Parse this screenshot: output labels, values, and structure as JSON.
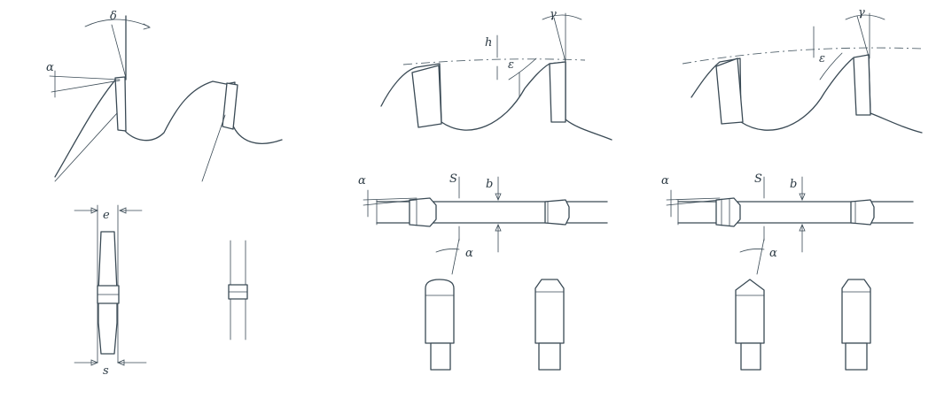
{
  "colors": {
    "ink": "#3a4a55",
    "paper": "#ffffff"
  },
  "panels": [
    {
      "id": "straight-tooth",
      "labels": {
        "rake": "α",
        "clearance": "δ",
        "kerf_top": "e",
        "kerf_bottom": "s"
      }
    },
    {
      "id": "trapezoid-tooth",
      "labels": {
        "hook_depth": "h",
        "angle_a": "ε",
        "angle_top": "γ",
        "side_angle": "α",
        "side_clear": "S",
        "body_width": "b",
        "side_angle_lower": "α"
      }
    },
    {
      "id": "alternate-tooth",
      "labels": {
        "angle_a": "ε",
        "angle_top": "γ",
        "side_angle": "α",
        "side_clear": "S",
        "body_width": "b",
        "side_angle_lower": "α"
      }
    }
  ]
}
